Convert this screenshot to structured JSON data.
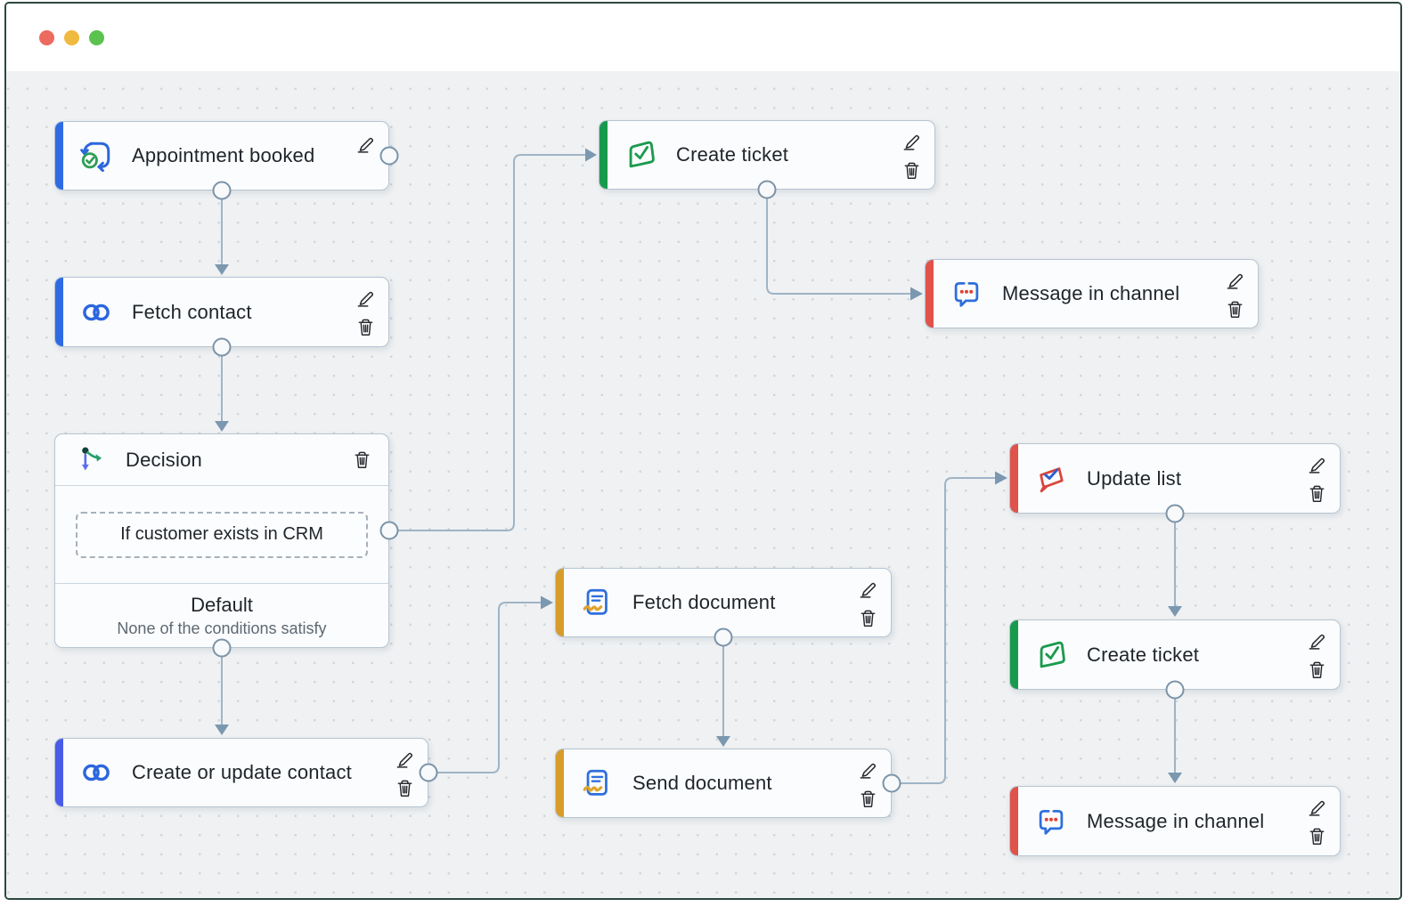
{
  "window": {
    "controls": {
      "close": {
        "color": "#ED6A5E"
      },
      "minimize": {
        "color": "#F0B93F"
      },
      "maximize": {
        "color": "#5BC24E"
      }
    }
  },
  "canvas": {
    "background": "#EFF1F3",
    "dot_color": "#D0D6DA",
    "edge_color": "#9FB4C6",
    "arrow_color": "#7B98B0",
    "port_stroke": "#7B93A8",
    "port_fill": "#F7F9FA"
  },
  "nodes": {
    "appointment_booked": {
      "label": "Appointment booked",
      "icon": "appointment-booked-icon",
      "accent": "#2E6AE4",
      "actions": [
        "edit"
      ]
    },
    "fetch_contact": {
      "label": "Fetch contact",
      "icon": "crm-rings-icon",
      "accent": "#2E6AE4",
      "actions": [
        "edit",
        "delete"
      ]
    },
    "decision": {
      "label": "Decision",
      "icon": "decision-branch-icon",
      "actions": [
        "delete"
      ],
      "condition": "If customer exists in CRM",
      "default_title": "Default",
      "default_subtitle": "None of the conditions satisfy"
    },
    "create_or_update_contact": {
      "label": "Create or update contact",
      "icon": "crm-rings-icon",
      "accent": "#4A5BE8",
      "actions": [
        "edit",
        "delete"
      ]
    },
    "create_ticket_1": {
      "label": "Create ticket",
      "icon": "ticket-check-icon",
      "accent": "#189A4D",
      "actions": [
        "edit",
        "delete"
      ]
    },
    "message_in_channel_1": {
      "label": "Message in channel",
      "icon": "chat-bubble-dots-icon",
      "accent": "#E0524A",
      "actions": [
        "edit",
        "delete"
      ]
    },
    "fetch_document": {
      "label": "Fetch document",
      "icon": "signed-document-icon",
      "accent": "#D79C2B",
      "actions": [
        "edit",
        "delete"
      ]
    },
    "send_document": {
      "label": "Send document",
      "icon": "signed-document-icon",
      "accent": "#D79C2B",
      "actions": [
        "edit",
        "delete"
      ]
    },
    "update_list": {
      "label": "Update list",
      "icon": "campaign-check-icon",
      "accent": "#E0524A",
      "actions": [
        "edit",
        "delete"
      ]
    },
    "create_ticket_2": {
      "label": "Create ticket",
      "icon": "ticket-check-icon",
      "accent": "#189A4D",
      "actions": [
        "edit",
        "delete"
      ]
    },
    "message_in_channel_2": {
      "label": "Message in channel",
      "icon": "chat-bubble-dots-icon",
      "accent": "#E0524A",
      "actions": [
        "edit",
        "delete"
      ]
    }
  },
  "edges": [
    {
      "from": "appointment_booked",
      "to": "fetch_contact"
    },
    {
      "from": "fetch_contact",
      "to": "decision"
    },
    {
      "from": "decision.condition",
      "to": "create_ticket_1"
    },
    {
      "from": "decision.default",
      "to": "create_or_update_contact"
    },
    {
      "from": "create_ticket_1",
      "to": "message_in_channel_1"
    },
    {
      "from": "create_or_update_contact",
      "to": "fetch_document"
    },
    {
      "from": "fetch_document",
      "to": "send_document"
    },
    {
      "from": "send_document",
      "to": "update_list"
    },
    {
      "from": "update_list",
      "to": "create_ticket_2"
    },
    {
      "from": "create_ticket_2",
      "to": "message_in_channel_2"
    }
  ]
}
